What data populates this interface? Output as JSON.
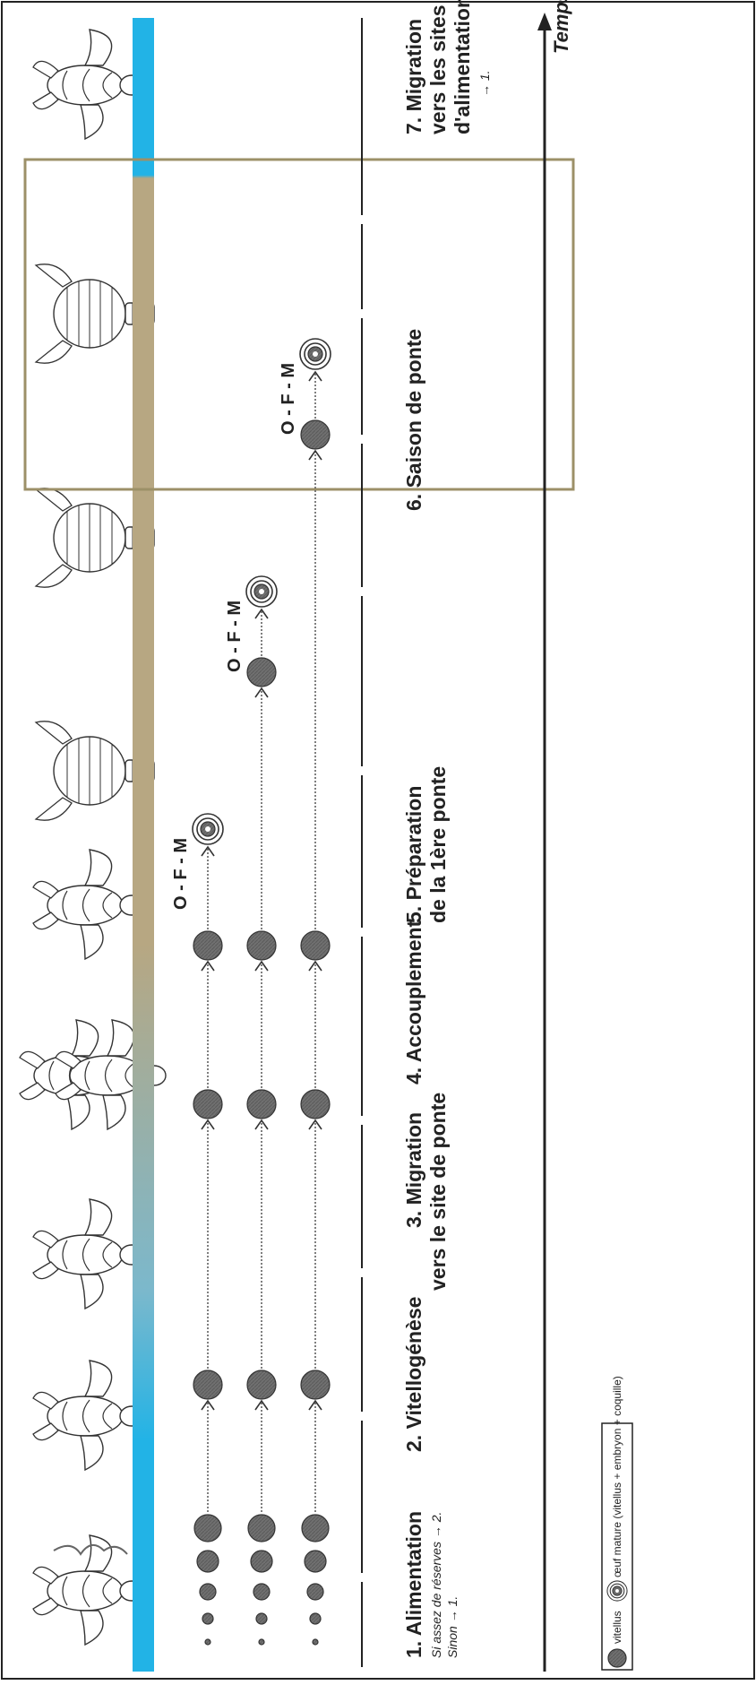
{
  "axis": {
    "label": "Temps"
  },
  "legend": {
    "vitellus": "vitellus",
    "mature_egg": "œuf mature (vitellus + embryon + coquille)"
  },
  "cycle_marker": "O - F - M",
  "phases": [
    {
      "id": "p1",
      "title": "1. Alimentation",
      "notes": [
        "Si assez de réserves → 2.",
        "Sinon → 1."
      ]
    },
    {
      "id": "p2",
      "title": "2. Vitellogénèse"
    },
    {
      "id": "p3",
      "title_lines": [
        "3. Migration",
        "vers le site de ponte"
      ]
    },
    {
      "id": "p4",
      "title": "4. Accouplement"
    },
    {
      "id": "p5",
      "title_lines": [
        "5. Préparation",
        "de la 1ère ponte"
      ]
    },
    {
      "id": "p6",
      "title": "6. Saison de ponte"
    },
    {
      "id": "p7",
      "title_lines": [
        "7. Migration",
        "vers les sites",
        "d'alimentation"
      ],
      "note": "→ 1."
    }
  ],
  "colors": {
    "sea": "#22b3e6",
    "land": "#b7a782",
    "box": "#9c9068",
    "vitellus": "#6a6a6a",
    "line": "#222222"
  }
}
